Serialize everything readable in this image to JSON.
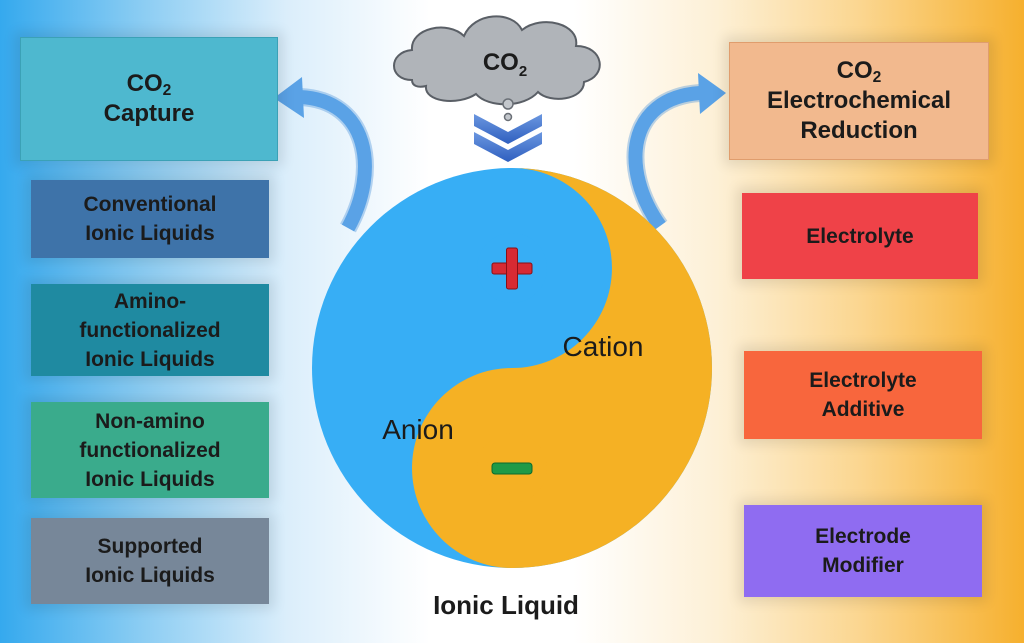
{
  "cloud": {
    "label_main": "CO",
    "label_sub": "2"
  },
  "capture": {
    "line1_main": "CO",
    "line1_sub": "2",
    "line2": "Capture"
  },
  "reduction": {
    "line1_main": "CO",
    "line1_sub": "2",
    "line2": "Electrochemical",
    "line3": "Reduction"
  },
  "left_items": [
    {
      "lines": [
        "Conventional",
        "Ionic Liquids"
      ]
    },
    {
      "lines": [
        "Amino-",
        "functionalized",
        "Ionic Liquids"
      ]
    },
    {
      "lines": [
        "Non-amino",
        "functionalized",
        "Ionic Liquids"
      ]
    },
    {
      "lines": [
        "Supported",
        "Ionic Liquids"
      ]
    }
  ],
  "right_items": [
    {
      "lines": [
        "Electrolyte"
      ]
    },
    {
      "lines": [
        "Electrolyte",
        "Additive"
      ]
    },
    {
      "lines": [
        "Electrode",
        "Modifier"
      ]
    }
  ],
  "yin_yang": {
    "cation": "Cation",
    "anion": "Anion",
    "plus_symbol": "+",
    "minus_symbol": "−"
  },
  "caption": "Ionic Liquid",
  "colors": {
    "anion_blue": "#37aef5",
    "cation_orange": "#f5b124",
    "capture": "#4eb8cf",
    "reduction": "#f2b98e",
    "conventional": "#3e73a9",
    "amino": "#1f8aa1",
    "non_amino": "#3aab8c",
    "supported": "#778799",
    "electrolyte": "#ef4248",
    "additive": "#f8663d",
    "modifier": "#8f6cf1",
    "cloud": "#b0b4b9",
    "arrow": "#5a9be0",
    "chevron": "#4a74c9"
  }
}
